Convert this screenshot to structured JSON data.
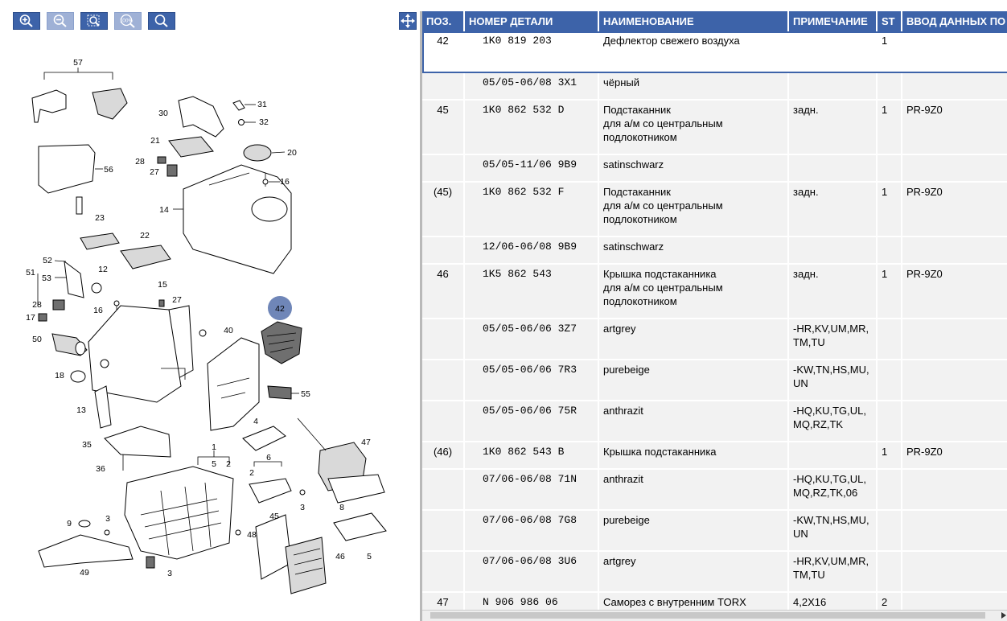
{
  "toolbar": {
    "buttons": [
      {
        "name": "zoom-in-button",
        "icon": "zoom-in-icon",
        "enabled": true
      },
      {
        "name": "zoom-out-button",
        "icon": "zoom-out-icon",
        "enabled": false
      },
      {
        "name": "zoom-fit-button",
        "icon": "zoom-fit-icon",
        "enabled": true
      },
      {
        "name": "zoom-100-button",
        "icon": "zoom-100-icon",
        "label": "100%",
        "enabled": false
      },
      {
        "name": "search-button",
        "icon": "magnifier-icon",
        "enabled": true
      }
    ]
  },
  "splitter": {
    "icon": "expand-arrows-icon"
  },
  "diagram": {
    "callouts": [
      "57",
      "30",
      "31",
      "32",
      "21",
      "20",
      "56",
      "28",
      "27",
      "16",
      "14",
      "23",
      "22",
      "52",
      "51",
      "53",
      "12",
      "15",
      "27",
      "28",
      "17",
      "16",
      "42",
      "50",
      "40",
      "18",
      "55",
      "13",
      "4",
      "47",
      "1",
      "35",
      "6",
      "36",
      "5",
      "2",
      "2",
      "3",
      "9",
      "3",
      "48",
      "45",
      "8",
      "49",
      "46",
      "5",
      "3"
    ],
    "highlighted": "42"
  },
  "table": {
    "columns": [
      "ПОЗ.",
      "НОМЕР ДЕТАЛИ",
      "НАИМЕНОВАНИЕ",
      "ПРИМЕЧАНИЕ",
      "ST",
      "ВВОД ДАННЫХ ПО МОДЕЛИ"
    ],
    "rows": [
      {
        "pos": "42",
        "part": "1K0 819 203",
        "name": "Дефлектор свежего воздуха",
        "note": "",
        "st": "1",
        "model": "",
        "selected": true
      },
      {
        "pos": "",
        "part": "05/05-06/08 3X1",
        "name": "чёрный",
        "note": "",
        "st": "",
        "model": ""
      },
      {
        "pos": "45",
        "part": "1K0 862 532 D",
        "name": "Подстаканник\nдля а/м со центральным\nподлокотником",
        "note": "задн.",
        "st": "1",
        "model": "PR-9Z0"
      },
      {
        "pos": "",
        "part": "05/05-11/06 9B9",
        "name": "satinschwarz",
        "note": "",
        "st": "",
        "model": ""
      },
      {
        "pos": "(45)",
        "part": "1K0 862 532 F",
        "name": "Подстаканник\nдля а/м со центральным\nподлокотником",
        "note": "задн.",
        "st": "1",
        "model": "PR-9Z0"
      },
      {
        "pos": "",
        "part": "12/06-06/08 9B9",
        "name": "satinschwarz",
        "note": "",
        "st": "",
        "model": ""
      },
      {
        "pos": "46",
        "part": "1K5 862 543",
        "name": "Крышка подстаканника\nдля а/м со центральным\nподлокотником",
        "note": "задн.",
        "st": "1",
        "model": "PR-9Z0"
      },
      {
        "pos": "",
        "part": "05/05-06/06 3Z7",
        "name": "artgrey",
        "note": "-HR,KV,UM,MR,\nTM,TU",
        "st": "",
        "model": ""
      },
      {
        "pos": "",
        "part": "05/05-06/06 7R3",
        "name": "purebeige",
        "note": "-KW,TN,HS,MU,\nUN",
        "st": "",
        "model": ""
      },
      {
        "pos": "",
        "part": "05/05-06/06 75R",
        "name": "anthrazit",
        "note": "-HQ,KU,TG,UL,\nMQ,RZ,TK",
        "st": "",
        "model": ""
      },
      {
        "pos": "(46)",
        "part": "1K0 862 543 B",
        "name": "Крышка подстаканника",
        "note": "",
        "st": "1",
        "model": "PR-9Z0"
      },
      {
        "pos": "",
        "part": "07/06-06/08 71N",
        "name": "anthrazit",
        "note": "-HQ,KU,TG,UL,\nMQ,RZ,TK,06",
        "st": "",
        "model": ""
      },
      {
        "pos": "",
        "part": "07/06-06/08 7G8",
        "name": "purebeige",
        "note": "-KW,TN,HS,MU,\nUN",
        "st": "",
        "model": ""
      },
      {
        "pos": "",
        "part": "07/06-06/08 3U6",
        "name": "artgrey",
        "note": "-HR,KV,UM,MR,\nTM,TU",
        "st": "",
        "model": ""
      },
      {
        "pos": "47",
        "part": "N   906 986 06",
        "name": "Саморез с внутренним TORX",
        "note": "4,2X16",
        "st": "2",
        "model": ""
      }
    ]
  },
  "colors": {
    "accent": "#3d63a9",
    "row_bg": "#f2f2f2",
    "highlight_badge": "#6f86b8"
  }
}
